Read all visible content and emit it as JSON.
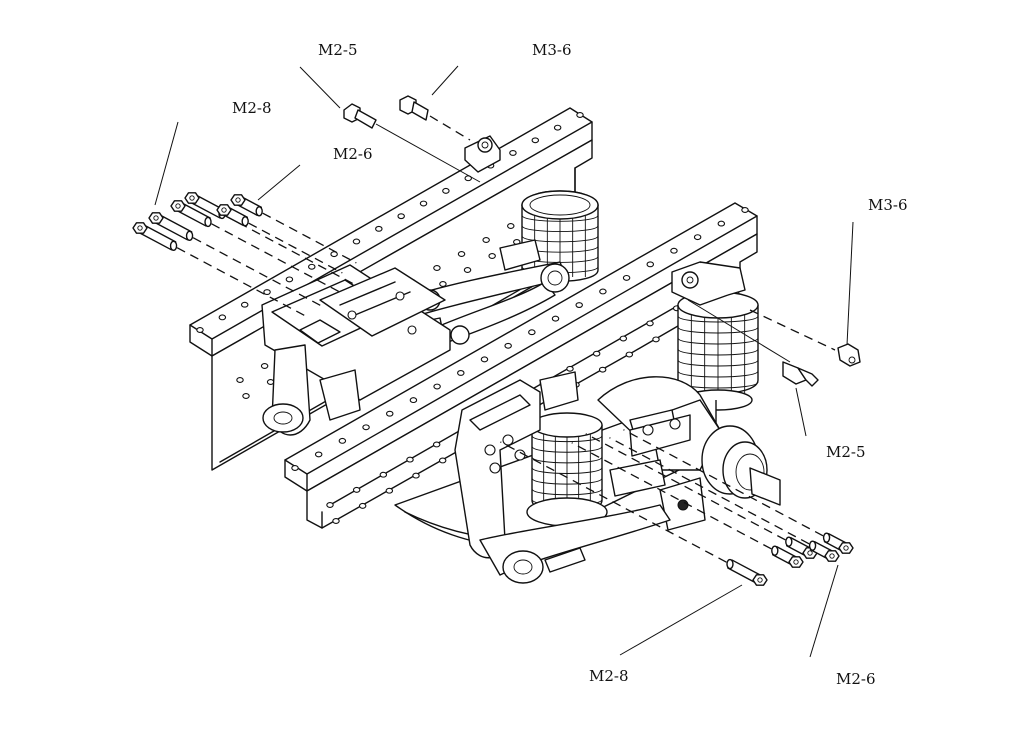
{
  "callouts": [
    {
      "id": "m2-5-top",
      "text": "M2-5"
    },
    {
      "id": "m3-6-top",
      "text": "M3-6"
    },
    {
      "id": "m2-8-left",
      "text": "M2-8"
    },
    {
      "id": "m2-6-left",
      "text": "M2-6"
    },
    {
      "id": "m3-6-right",
      "text": "M3-6"
    },
    {
      "id": "m2-5-right",
      "text": "M2-5"
    },
    {
      "id": "m2-8-bottom",
      "text": "M2-8"
    },
    {
      "id": "m2-6-bottom",
      "text": "M2-6"
    }
  ]
}
